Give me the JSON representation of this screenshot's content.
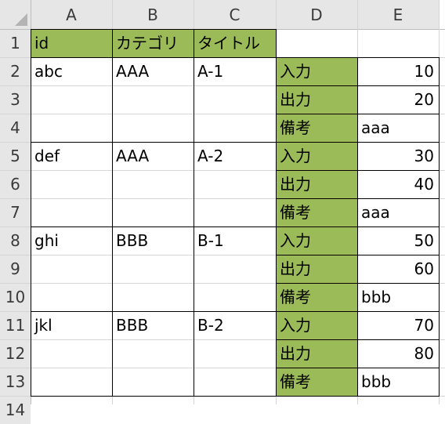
{
  "columns": [
    "A",
    "B",
    "C",
    "D",
    "E"
  ],
  "rows": [
    "1",
    "2",
    "3",
    "4",
    "5",
    "6",
    "7",
    "8",
    "9",
    "10",
    "11",
    "12",
    "13",
    "14"
  ],
  "colors": {
    "header_fill": "#9bbb59",
    "label_fill": "#9bbb59",
    "grid_line": "#d4d4d4",
    "border": "#000000",
    "header_bg": "#e6e6e6"
  },
  "cells": {
    "A1": "id",
    "B1": "カテゴリ",
    "C1": "タイトル",
    "D1": "",
    "E1": "",
    "A2": "abc",
    "B2": "AAA",
    "C2": "A-1",
    "D2": "入力",
    "E2": "10",
    "A3": "",
    "B3": "",
    "C3": "",
    "D3": "出力",
    "E3": "20",
    "A4": "",
    "B4": "",
    "C4": "",
    "D4": "備考",
    "E4": "aaa",
    "A5": "def",
    "B5": "AAA",
    "C5": "A-2",
    "D5": "入力",
    "E5": "30",
    "A6": "",
    "B6": "",
    "C6": "",
    "D6": "出力",
    "E6": "40",
    "A7": "",
    "B7": "",
    "C7": "",
    "D7": "備考",
    "E7": "aaa",
    "A8": "ghi",
    "B8": "BBB",
    "C8": "B-1",
    "D8": "入力",
    "E8": "50",
    "A9": "",
    "B9": "",
    "C9": "",
    "D9": "出力",
    "E9": "60",
    "A10": "",
    "B10": "",
    "C10": "",
    "D10": "備考",
    "E10": "bbb",
    "A11": "jkl",
    "B11": "BBB",
    "C11": "B-2",
    "D11": "入力",
    "E11": "70",
    "A12": "",
    "B12": "",
    "C12": "",
    "D12": "出力",
    "E12": "80",
    "A13": "",
    "B13": "",
    "C13": "",
    "D13": "備考",
    "E13": "bbb",
    "A14": "",
    "B14": "",
    "C14": "",
    "D14": "",
    "E14": ""
  }
}
